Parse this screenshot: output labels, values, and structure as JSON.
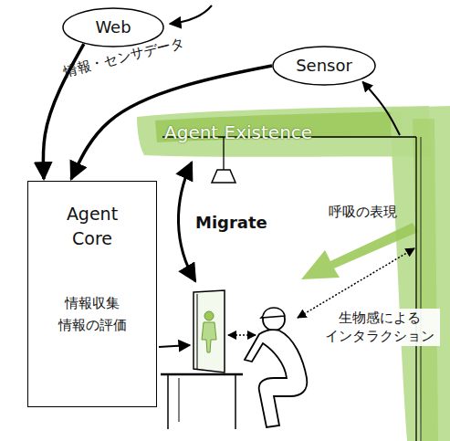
{
  "diagram": {
    "nodes": [
      {
        "text": [
          "Web"
        ]
      },
      {
        "text": [
          "Sensor"
        ]
      },
      {
        "text": [
          "Agent Core",
          "情報収集 情報の評価"
        ]
      },
      {
        "text": [
          "Agent Existence"
        ]
      }
    ],
    "edges": [
      {
        "from": 0,
        "to": 2,
        "arrow": "to"
      },
      {
        "from": 1,
        "to": 2,
        "arrow": "to"
      },
      {
        "from": 3,
        "to": 1,
        "arrow": "to"
      }
    ],
    "labels": [
      "情報・センサデータ",
      "Migrate",
      "呼吸の表現",
      "生物感による インタラクション"
    ]
  }
}
